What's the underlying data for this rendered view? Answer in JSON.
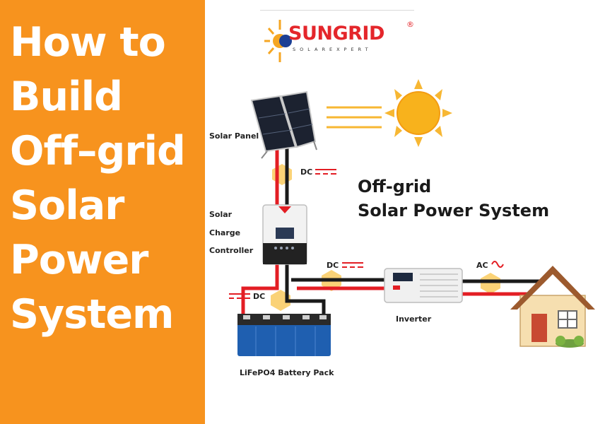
{
  "headline": [
    "How to",
    "Build",
    "Off–grid",
    "Solar",
    "Power",
    "System"
  ],
  "logo": {
    "name": "SUNGRID",
    "registered": "®",
    "tagline": "SOLAREXPERT"
  },
  "diagram": {
    "title_line1": "Off-grid",
    "title_line2": "Solar Power System",
    "labels": {
      "solar_panel": "Solar Panel",
      "controller_1": "Solar",
      "controller_2": "Charge",
      "controller_3": "Controller",
      "inverter": "Inverter",
      "battery": "LiFePO4 Battery Pack",
      "dc_top": "DC",
      "dc_middle": "DC",
      "dc_left": "DC",
      "ac": "AC"
    },
    "icons": [
      "sun-icon",
      "solar-panel-icon",
      "charge-controller-icon",
      "battery-icon",
      "inverter-icon",
      "house-icon"
    ]
  },
  "colors": {
    "orange": "#f7931e",
    "red_wire": "#e31e24",
    "black_wire": "#1a1a1a",
    "battery_blue": "#1f5fb0",
    "flow": "#f9c44a"
  }
}
